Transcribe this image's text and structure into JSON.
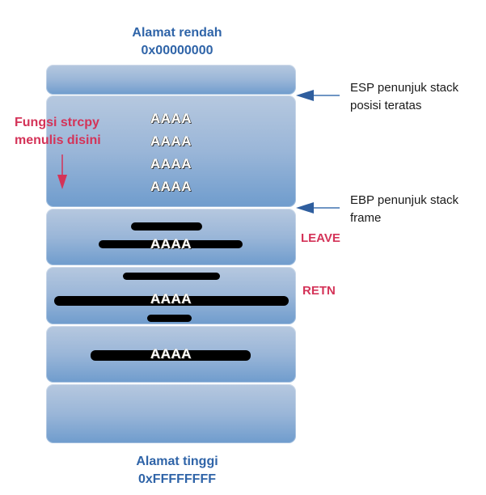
{
  "top_label": {
    "line1": "Alamat rendah",
    "line2": "0x00000000"
  },
  "bottom_label": {
    "line1": "Alamat tinggi",
    "line2": "0xFFFFFFFF"
  },
  "stack_blocks": [
    {
      "id": "top-slot",
      "contents": []
    },
    {
      "id": "buffer",
      "contents": [
        "AAAA",
        "AAAA",
        "AAAA",
        "AAAA"
      ]
    },
    {
      "id": "saved-ebp",
      "contents": [
        "AAAA"
      ],
      "redacted": true
    },
    {
      "id": "return-address",
      "contents": [
        "AAAA"
      ],
      "redacted": true
    },
    {
      "id": "function-argument",
      "contents": [
        "AAAA"
      ],
      "redacted": true
    },
    {
      "id": "bottom-slot",
      "contents": []
    }
  ],
  "annotations": {
    "esp": {
      "line1": "ESP penunjuk stack",
      "line2": "posisi teratas"
    },
    "ebp": {
      "line1": "EBP penunjuk stack",
      "line2": "frame"
    },
    "strcpy": {
      "line1": "Fungsi strcpy",
      "line2": "menulis disini"
    },
    "leave": "LEAVE",
    "retn": "RETN"
  },
  "colors": {
    "title_blue": "#2f64a8",
    "accent_red": "#d43358",
    "arrow_blue": "#2f5e9e"
  }
}
